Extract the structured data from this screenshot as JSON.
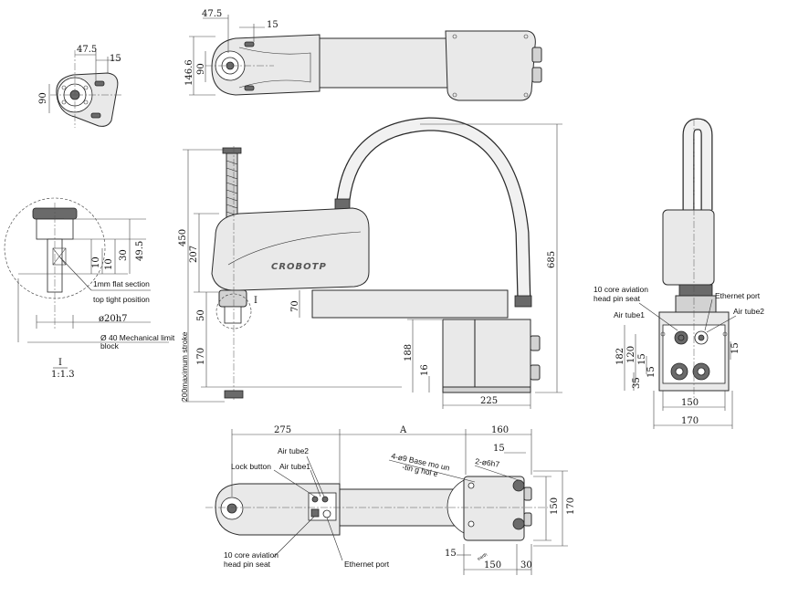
{
  "drawing": {
    "brand": "CROBOTP",
    "detail_label": "I",
    "detail_scale_top": "I",
    "detail_scale_bottom": "1:1.3"
  },
  "top_view": {
    "dim_475": "47.5",
    "dim_15": "15",
    "dim_1466": "146.6",
    "dim_90": "90"
  },
  "small_end_view": {
    "dim_475": "47.5",
    "dim_15": "15",
    "dim_90": "90"
  },
  "side_view": {
    "dim_450": "450",
    "dim_207": "207",
    "dim_50": "50",
    "dim_170": "170",
    "dim_70": "70",
    "dim_188": "188",
    "dim_16": "16",
    "dim_225": "225",
    "dim_685": "685",
    "stroke_label": "200maximum stroke",
    "detail_marker": "I"
  },
  "detail_view": {
    "flat_note_1": "1mm flat section",
    "flat_note_2": "top tight position",
    "dim_10a": "10",
    "dim_10b": "10",
    "dim_30": "30",
    "dim_495": "49.5",
    "shaft_dia": "ø20h7",
    "limit_note_1": "Ø 40 Mechanical limit",
    "limit_note_2": "block"
  },
  "rear_view": {
    "aviation_1": "10 core aviation",
    "aviation_2": "head pin seat",
    "air_tube1": "Air tube1",
    "ethernet": "Ethernet port",
    "air_tube2": "Air tube2",
    "dim_182": "182",
    "dim_120": "120",
    "dim_15a": "15",
    "dim_15b": "15",
    "dim_35": "35",
    "dim_15c": "15",
    "dim_150": "150",
    "dim_170": "170"
  },
  "bottom_view": {
    "dim_275": "275",
    "dim_A": "A",
    "dim_160": "160",
    "dim_15a": "15",
    "base_mount_1": "4-ø9 Base mo un",
    "base_mount_2": "-tin g hol e",
    "pin_hole": "2-ø6h7",
    "air_tube2": "Air tube2",
    "lock_button": "Lock button",
    "air_tube1": "Air tube1",
    "dim_150v": "150",
    "dim_170v": "170",
    "aviation_1": "10 core aviation",
    "aviation_2": "head pin seat",
    "ethernet": "Ethernet port",
    "dim_15b": "15",
    "dim_150h": "150",
    "dim_30": "30",
    "earth_note": "earth"
  }
}
